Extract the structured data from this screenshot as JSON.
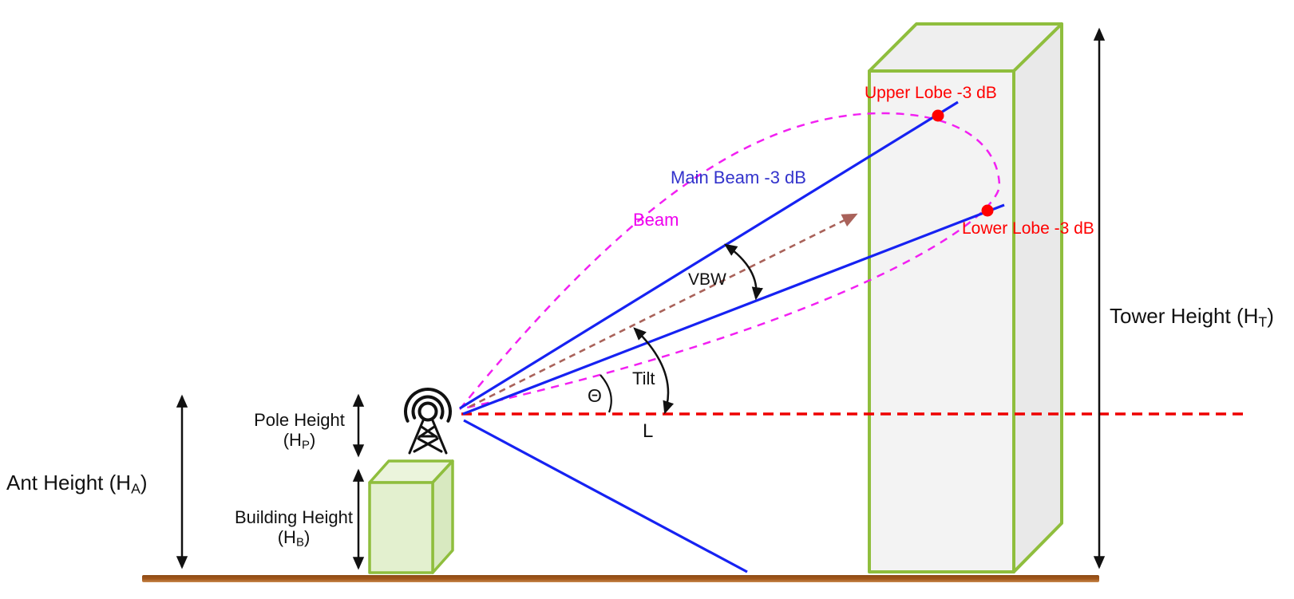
{
  "diagram": {
    "title": "Antenna beam geometry diagram",
    "labels": {
      "ant_height": {
        "pre": "Ant Height (H",
        "sub": "A",
        "post": ")"
      },
      "pole_height_line1": "Pole Height",
      "pole_height": {
        "pre": "(H",
        "sub": "P",
        "post": ")"
      },
      "building_height_line1": "Building Height",
      "building_height": {
        "pre": "(H",
        "sub": "B",
        "post": ")"
      },
      "tower_height": {
        "pre": "Tower Height (H",
        "sub": "T",
        "post": ")"
      },
      "main_beam": "Main Beam -3 dB",
      "beam": "Beam",
      "vbw": "VBW",
      "tilt": "Tilt",
      "theta": "Θ",
      "distance": "L",
      "upper_lobe": "Upper Lobe -3 dB",
      "lower_lobe": "Lower Lobe -3 dB"
    },
    "colors": {
      "beam_edge_line": "#1622f2",
      "main_beam_text": "#3333cc",
      "lobe_outline": "#f220f2",
      "beam_text": "#ee00ee",
      "horizontal_reference": "#ee0000",
      "lobe_marker_dot": "#ff0000",
      "lobe_text": "#ff0000",
      "beam_axis": "#a9625a",
      "ground": "#a2571b",
      "structure_stroke": "#8fbe3d",
      "building_fill": "#e3f0cf",
      "tower_fill": "#f3f3f3",
      "annotation": "#111111"
    }
  }
}
